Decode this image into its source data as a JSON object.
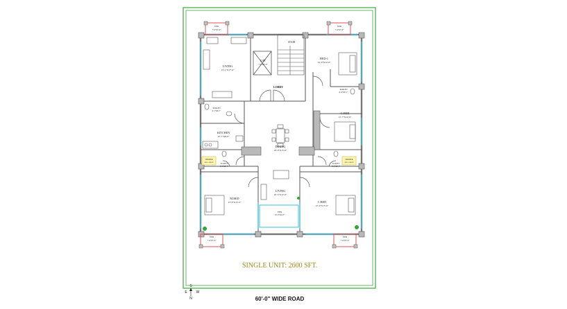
{
  "rooms": {
    "living_top": "LIVING",
    "living_top_size": "13'-1\"X17'-0\"",
    "lift": "LIFT",
    "lift_size": "7-0\"X6'-0\"",
    "stair": "STAIR",
    "lobby": "LOBBY",
    "bed1": "BED-1",
    "bed1_size": "14'-0\"X12'-6\"",
    "toilet_tl": "TOILET",
    "toilet_tl_size": "6'-7\"X6'-7\"",
    "toilet_tr": "TOILET",
    "toilet_tr_size": "6'-0\"X6'-1\"",
    "gbed": "G.BED",
    "gbed_size": "13'-7\"X12'-6\"",
    "kitchen": "KITCHEN",
    "kitchen_size": "10'-7\"X8'-0\"",
    "dining": "DINING",
    "dining_size": "19'-0\"X15'-6\"",
    "shower_l": "SHOWER",
    "shower_l_sub": "AREA ABOVE",
    "toilet_ml": "TOILET",
    "toilet_ml_size": "6'-5\"X8'-7\"",
    "toilet_mr": "TOILET",
    "toilet_mr_size": "6'-5\"X8'-7\"",
    "shower_r": "SHOWER",
    "shower_r_sub": "AREA ABOVE",
    "mbed": "M.BED",
    "mbed_size": "13'-0\"X15'-0\"",
    "living_bot": "LIVING",
    "living_bot_size": "10'-3\"X12'-0\"",
    "cbed": "C.BED",
    "cbed_size": "13'-0\"X15'-0\"",
    "ver_bot": "VER",
    "ver_bot_size": "10'-0\"X4'-0\"",
    "ver_tl": "VER",
    "ver_tl_size": "7'-6\"X3'-0\"",
    "ver_tr": "VER",
    "ver_tr_size": "7'-6\"X3'-0\"",
    "ver_bl": "VER",
    "ver_bl_size": "7'-6\"X3'-6\"",
    "ver_br": "VER",
    "ver_br_size": "7'-6\"X3'-6\""
  },
  "summary": "SINGLE UNIT: 2600 SFT.",
  "road": "60'-0\" WIDE ROAD",
  "compass": {
    "s": "S",
    "e": "E",
    "w": "W",
    "n": "N"
  },
  "colors": {
    "wall": "#b9b9b9",
    "outline": "#444444",
    "border": "#3aa83a",
    "window": "#40c0d8",
    "balcony": "#e05050",
    "title": "#9a8a1a"
  }
}
